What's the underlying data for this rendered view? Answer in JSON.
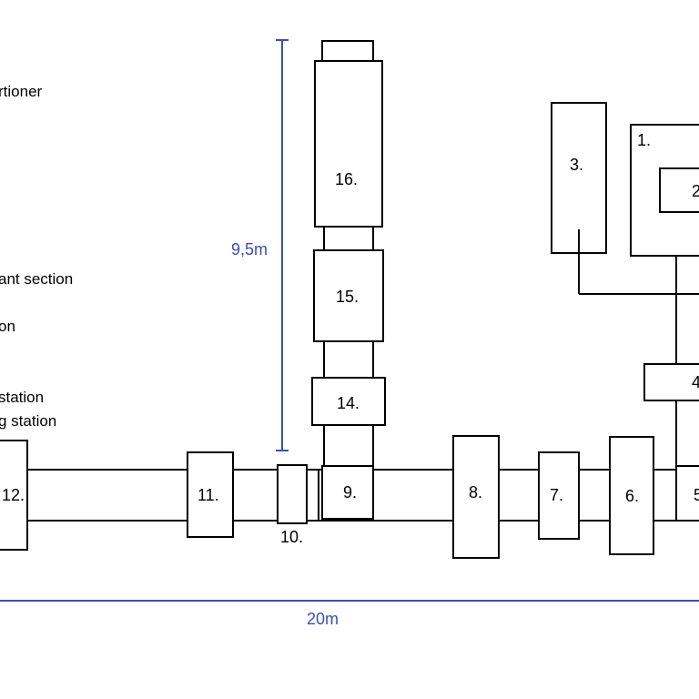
{
  "legend": {
    "items": [
      "rtioner",
      "ant section",
      "on",
      " station",
      "g station"
    ]
  },
  "dimensions": {
    "vertical": "9,5m",
    "horizontal": "20m"
  },
  "stations": {
    "s1": "1.",
    "s2": "2",
    "s3": "3.",
    "s4": "4",
    "s5": "5",
    "s6": "6.",
    "s7": "7.",
    "s8": "8.",
    "s9": "9.",
    "s10": "10.",
    "s11": "11.",
    "s12": "12.",
    "s14": "14.",
    "s15": "15.",
    "s16": "16."
  },
  "colors": {
    "dimension": "#3a4fb0",
    "outline": "#000000",
    "background": "#ffffff"
  }
}
